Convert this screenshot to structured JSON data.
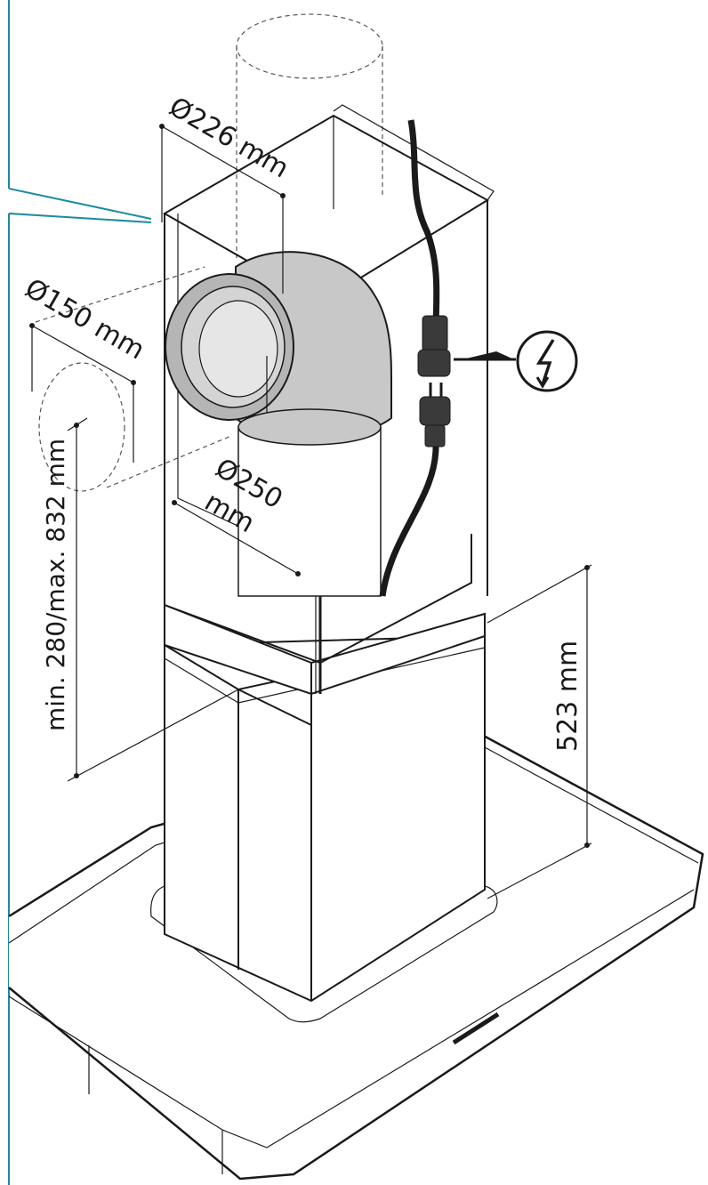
{
  "labels": {
    "diameter_top": "Ø226 mm",
    "diameter_left": "Ø150 mm",
    "diameter_mid_a": "Ø250",
    "diameter_mid_b": "mm",
    "height_range": "min. 280/max. 832 mm",
    "height_right": "523 mm"
  },
  "icons": {
    "electric": "lightning-bolt-icon"
  },
  "colors": {
    "accent_teal": "#1b8ba0",
    "line": "#1a1a1a",
    "duct_gray": "#c8c8c8"
  }
}
